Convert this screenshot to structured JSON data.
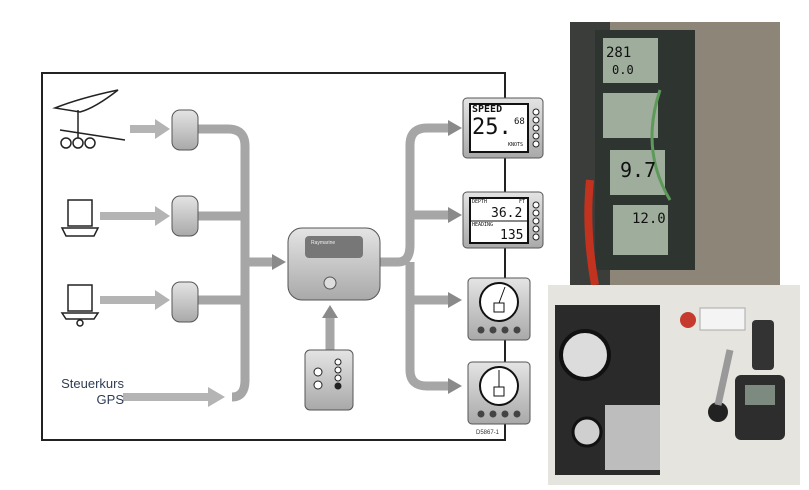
{
  "diagram": {
    "inputs": [
      {
        "icon": "wind-vane-sensor-icon"
      },
      {
        "icon": "transducer-icon"
      },
      {
        "icon": "transducer-icon"
      },
      {
        "label_line1": "Steuerkurs",
        "label_line2": "GPS"
      }
    ],
    "hub_label": "Raymarine",
    "displays": [
      {
        "title": "SPEED",
        "value": "25.",
        "decimal": "68",
        "unit": "KNOTS"
      },
      {
        "title": "DEPTH",
        "unit_top": "FT",
        "value_top": "36.2",
        "title_bottom": "HEADING",
        "value_bottom": "135"
      },
      {
        "type": "analog-gauge"
      },
      {
        "type": "analog-gauge"
      }
    ],
    "diagram_code": "D5867-1",
    "colors": {
      "arrow": "#a6a6a6",
      "device": "#c8c8c8",
      "frame": "#222222",
      "label": "#2f3d55"
    }
  },
  "photos": [
    {
      "description_icon": "mast-instruments-photo",
      "readouts": [
        "281",
        "0.0",
        "9.7",
        "12.0"
      ]
    },
    {
      "description_icon": "cockpit-panel-photo"
    }
  ]
}
